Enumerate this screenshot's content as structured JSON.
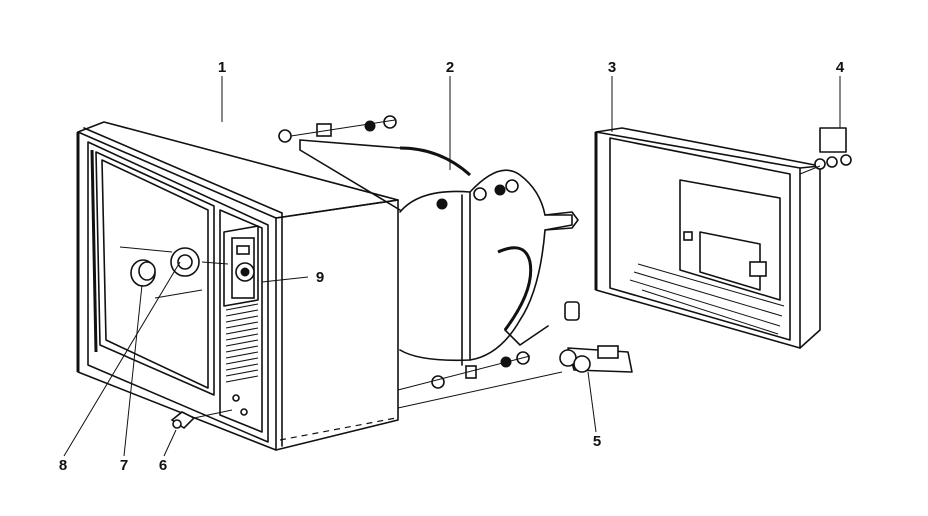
{
  "callouts": {
    "c1": "1",
    "c2": "2",
    "c3": "3",
    "c4": "4",
    "c5": "5",
    "c6": "6",
    "c7": "7",
    "c8": "8",
    "c9": "9"
  },
  "parts": {
    "cabinet": "cabinet-icon",
    "picture_tube": "picture-tube-icon",
    "back_cover": "back-cover-icon",
    "antenna_terminal": "antenna-terminal-icon",
    "power_cord_plug": "plug-icon",
    "screw": "screw-icon",
    "knob_small": "knob-icon",
    "knob_large": "knob-icon",
    "control_panel": "control-panel-icon"
  }
}
